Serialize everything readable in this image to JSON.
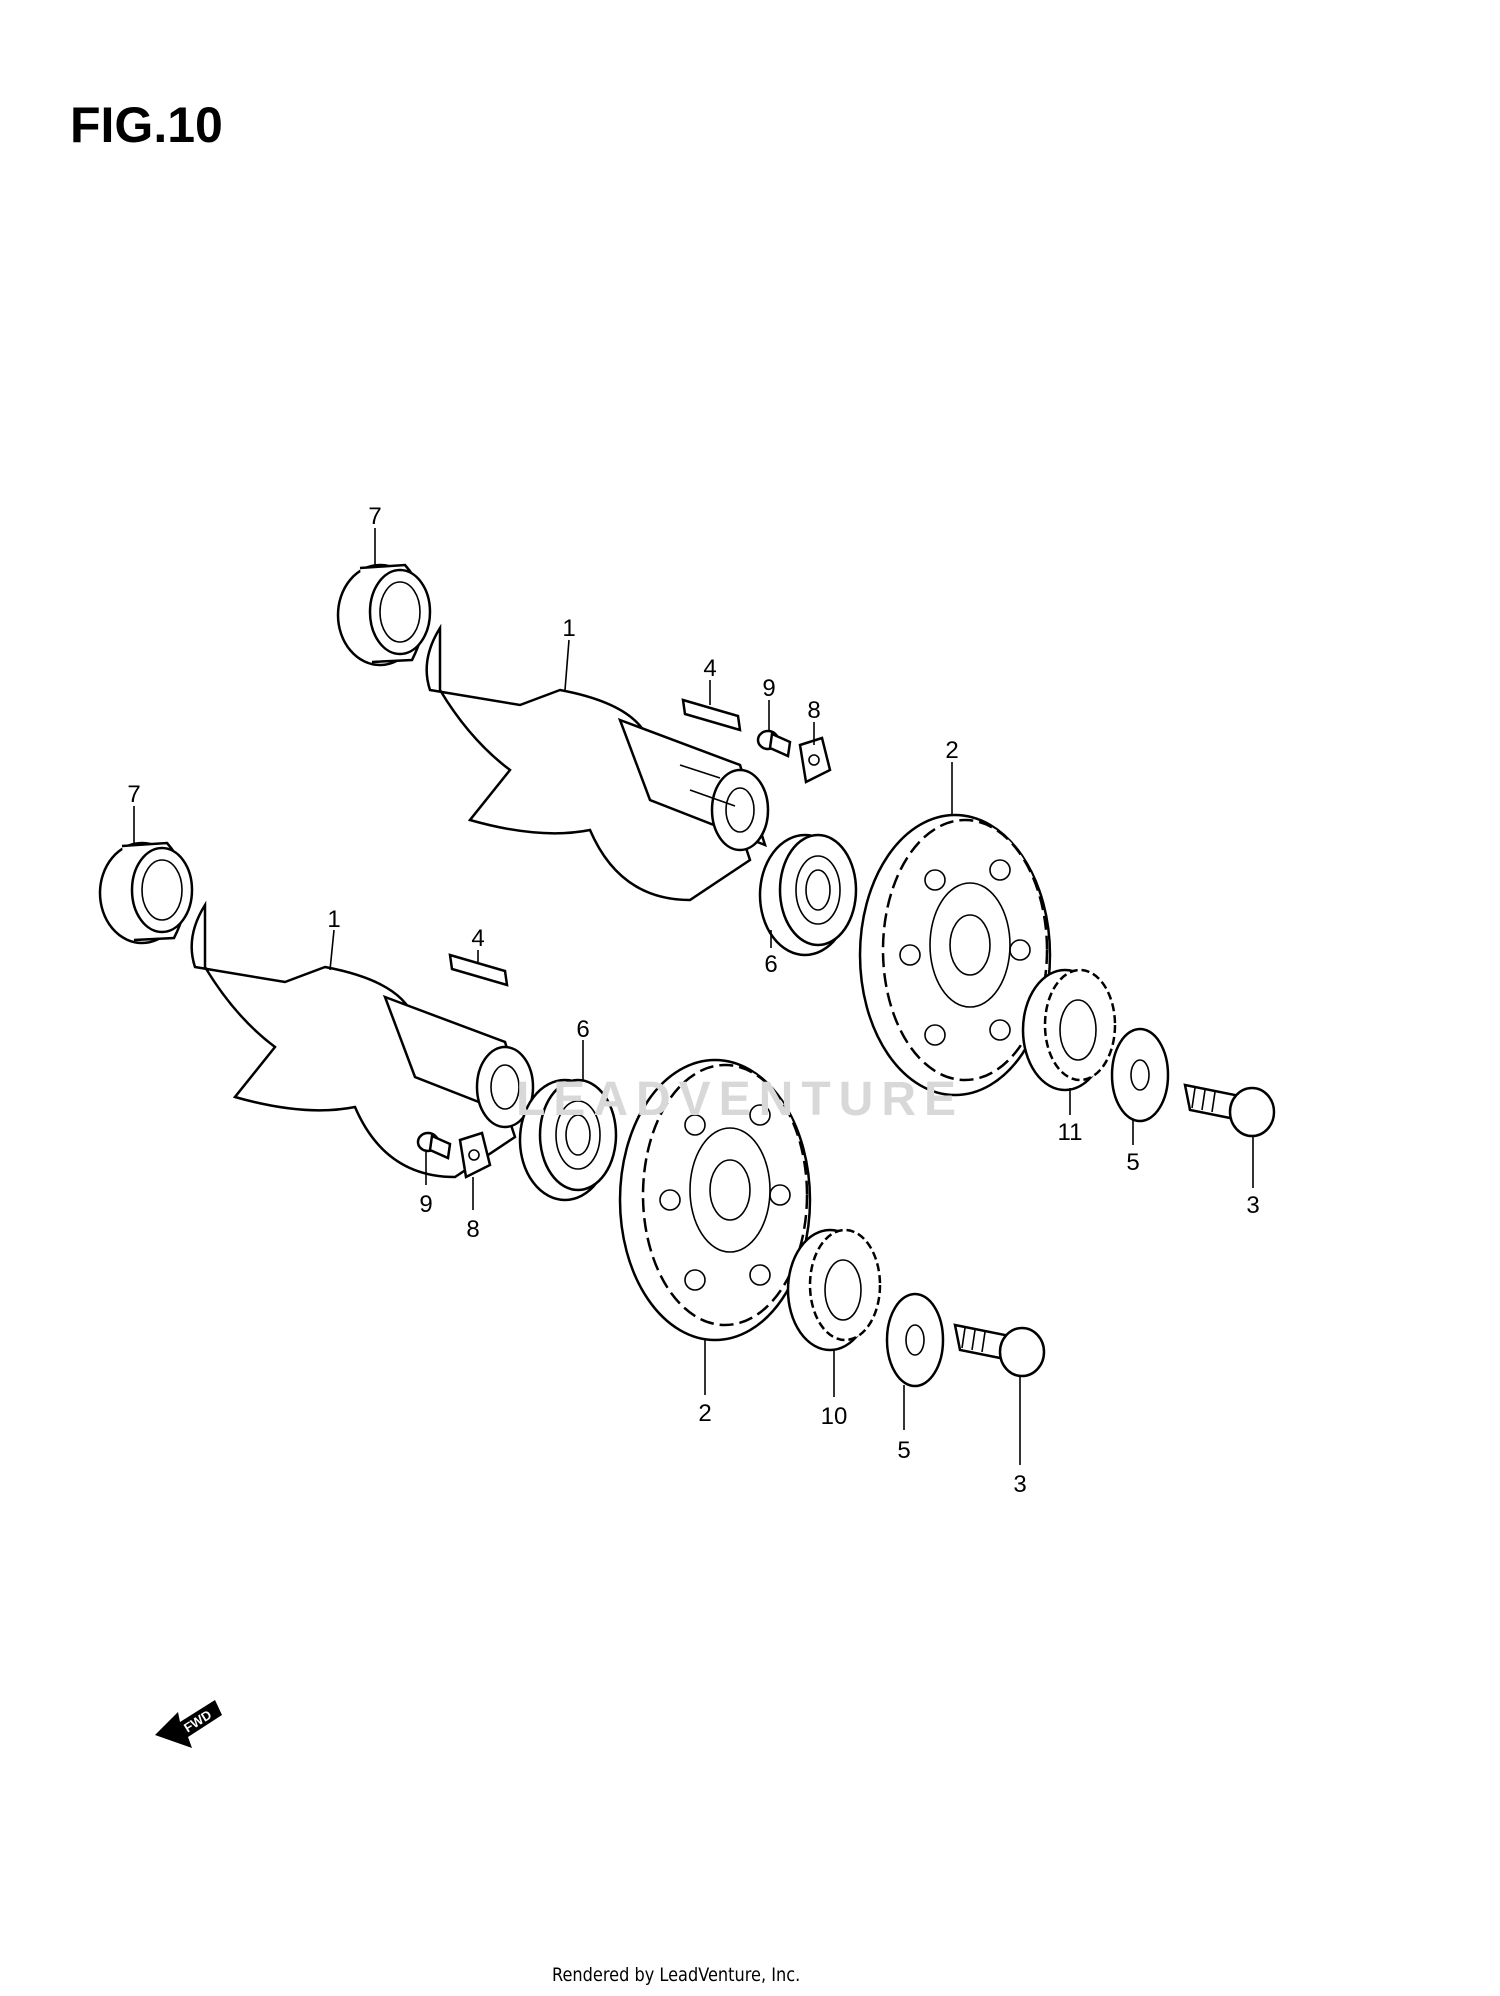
{
  "figure": {
    "title": "FIG.10"
  },
  "footer": {
    "text": "Rendered by LeadVenture, Inc."
  },
  "watermark": {
    "text": "LEADVENTURE"
  },
  "fwd_arrow": {
    "label": "FWD"
  },
  "callouts": {
    "upper": {
      "bearing_a": "7",
      "shaft": "1",
      "key": "4",
      "bolt_small": "9",
      "washer_lock": "8",
      "gear_large": "2",
      "bearing_b": "6",
      "gear_small": "11",
      "washer": "5",
      "bolt": "3"
    },
    "lower": {
      "bearing_a": "7",
      "shaft": "1",
      "key": "4",
      "bearing_b": "6",
      "bolt_small": "9",
      "washer_lock": "8",
      "gear_large": "2",
      "gear_small": "10",
      "washer": "5",
      "bolt": "3"
    }
  }
}
